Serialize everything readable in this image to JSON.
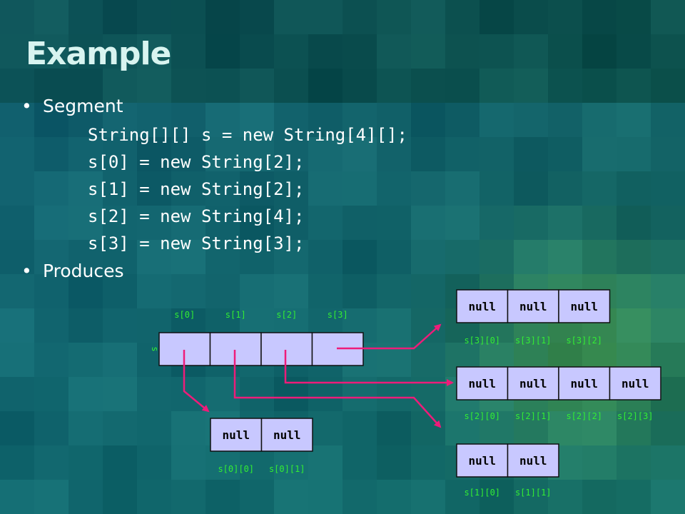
{
  "slide": {
    "title": "Example",
    "bullets": [
      {
        "text": "Segment"
      },
      {
        "text": "Produces"
      }
    ],
    "code_lines": [
      "String[][] s = new String[4][];",
      "s[0] = new String[2];",
      "s[1] = new String[2];",
      "s[2] = new String[4];",
      "s[3] = new String[3];"
    ]
  },
  "diagram": {
    "outer_array": {
      "name": "s",
      "labels": [
        "s[0]",
        "s[1]",
        "s[2]",
        "s[3]"
      ]
    },
    "arrays": [
      {
        "id": "s0",
        "values": [
          "null",
          "null"
        ],
        "labels": [
          "s[0][0]",
          "s[0][1]"
        ]
      },
      {
        "id": "s1",
        "values": [
          "null",
          "null"
        ],
        "labels": [
          "s[1][0]",
          "s[1][1]"
        ]
      },
      {
        "id": "s2",
        "values": [
          "null",
          "null",
          "null",
          "null"
        ],
        "labels": [
          "s[2][0]",
          "s[2][1]",
          "s[2][2]",
          "s[2][3]"
        ]
      },
      {
        "id": "s3",
        "values": [
          "null",
          "null",
          "null"
        ],
        "labels": [
          "s[3][0]",
          "s[3][1]",
          "s[3][2]"
        ]
      }
    ],
    "colors": {
      "cell_fill": "#c8c8ff",
      "arrow": "#ee1c7a",
      "index_label": "#33ee33",
      "text": "#ffffff"
    }
  }
}
